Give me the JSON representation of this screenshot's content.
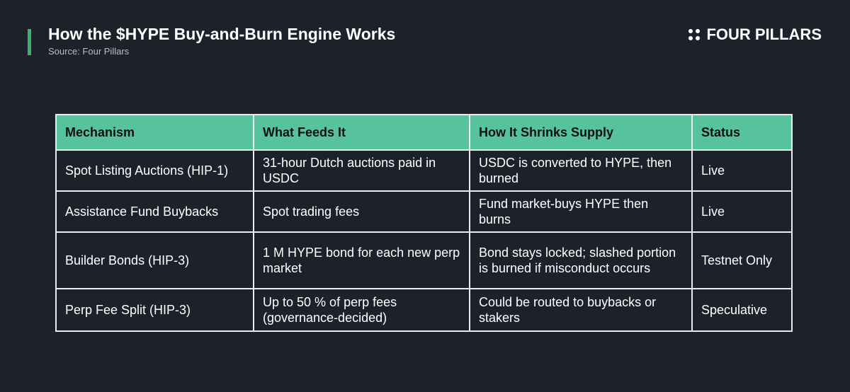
{
  "header": {
    "title": "How the $HYPE Buy-and-Burn Engine Works",
    "source": "Source: Four Pillars",
    "brand_name": "FOUR PILLARS",
    "brand_icon": "four-dot-logo-icon"
  },
  "colors": {
    "background": "#1d2129",
    "accent": "#3fae73",
    "header_fill": "#56c39c",
    "border": "#e9edf0"
  },
  "table": {
    "headers": [
      "Mechanism",
      "What Feeds It",
      "How It Shrinks Supply",
      "Status"
    ],
    "rows": [
      [
        "Spot Listing Auctions (HIP-1)",
        "31-hour Dutch auctions paid in USDC",
        "USDC is converted to HYPE, then burned",
        "Live"
      ],
      [
        "Assistance Fund Buybacks",
        "Spot trading fees",
        "Fund market-buys HYPE then burns",
        "Live"
      ],
      [
        "Builder Bonds (HIP-3)",
        "1 M HYPE bond for each new perp market",
        "Bond stays locked; slashed portion is burned if misconduct occurs",
        "Testnet Only"
      ],
      [
        "Perp Fee Split (HIP-3)",
        "Up to 50 % of perp fees (governance-decided)",
        "Could be routed to buybacks or stakers",
        "Speculative"
      ]
    ]
  }
}
